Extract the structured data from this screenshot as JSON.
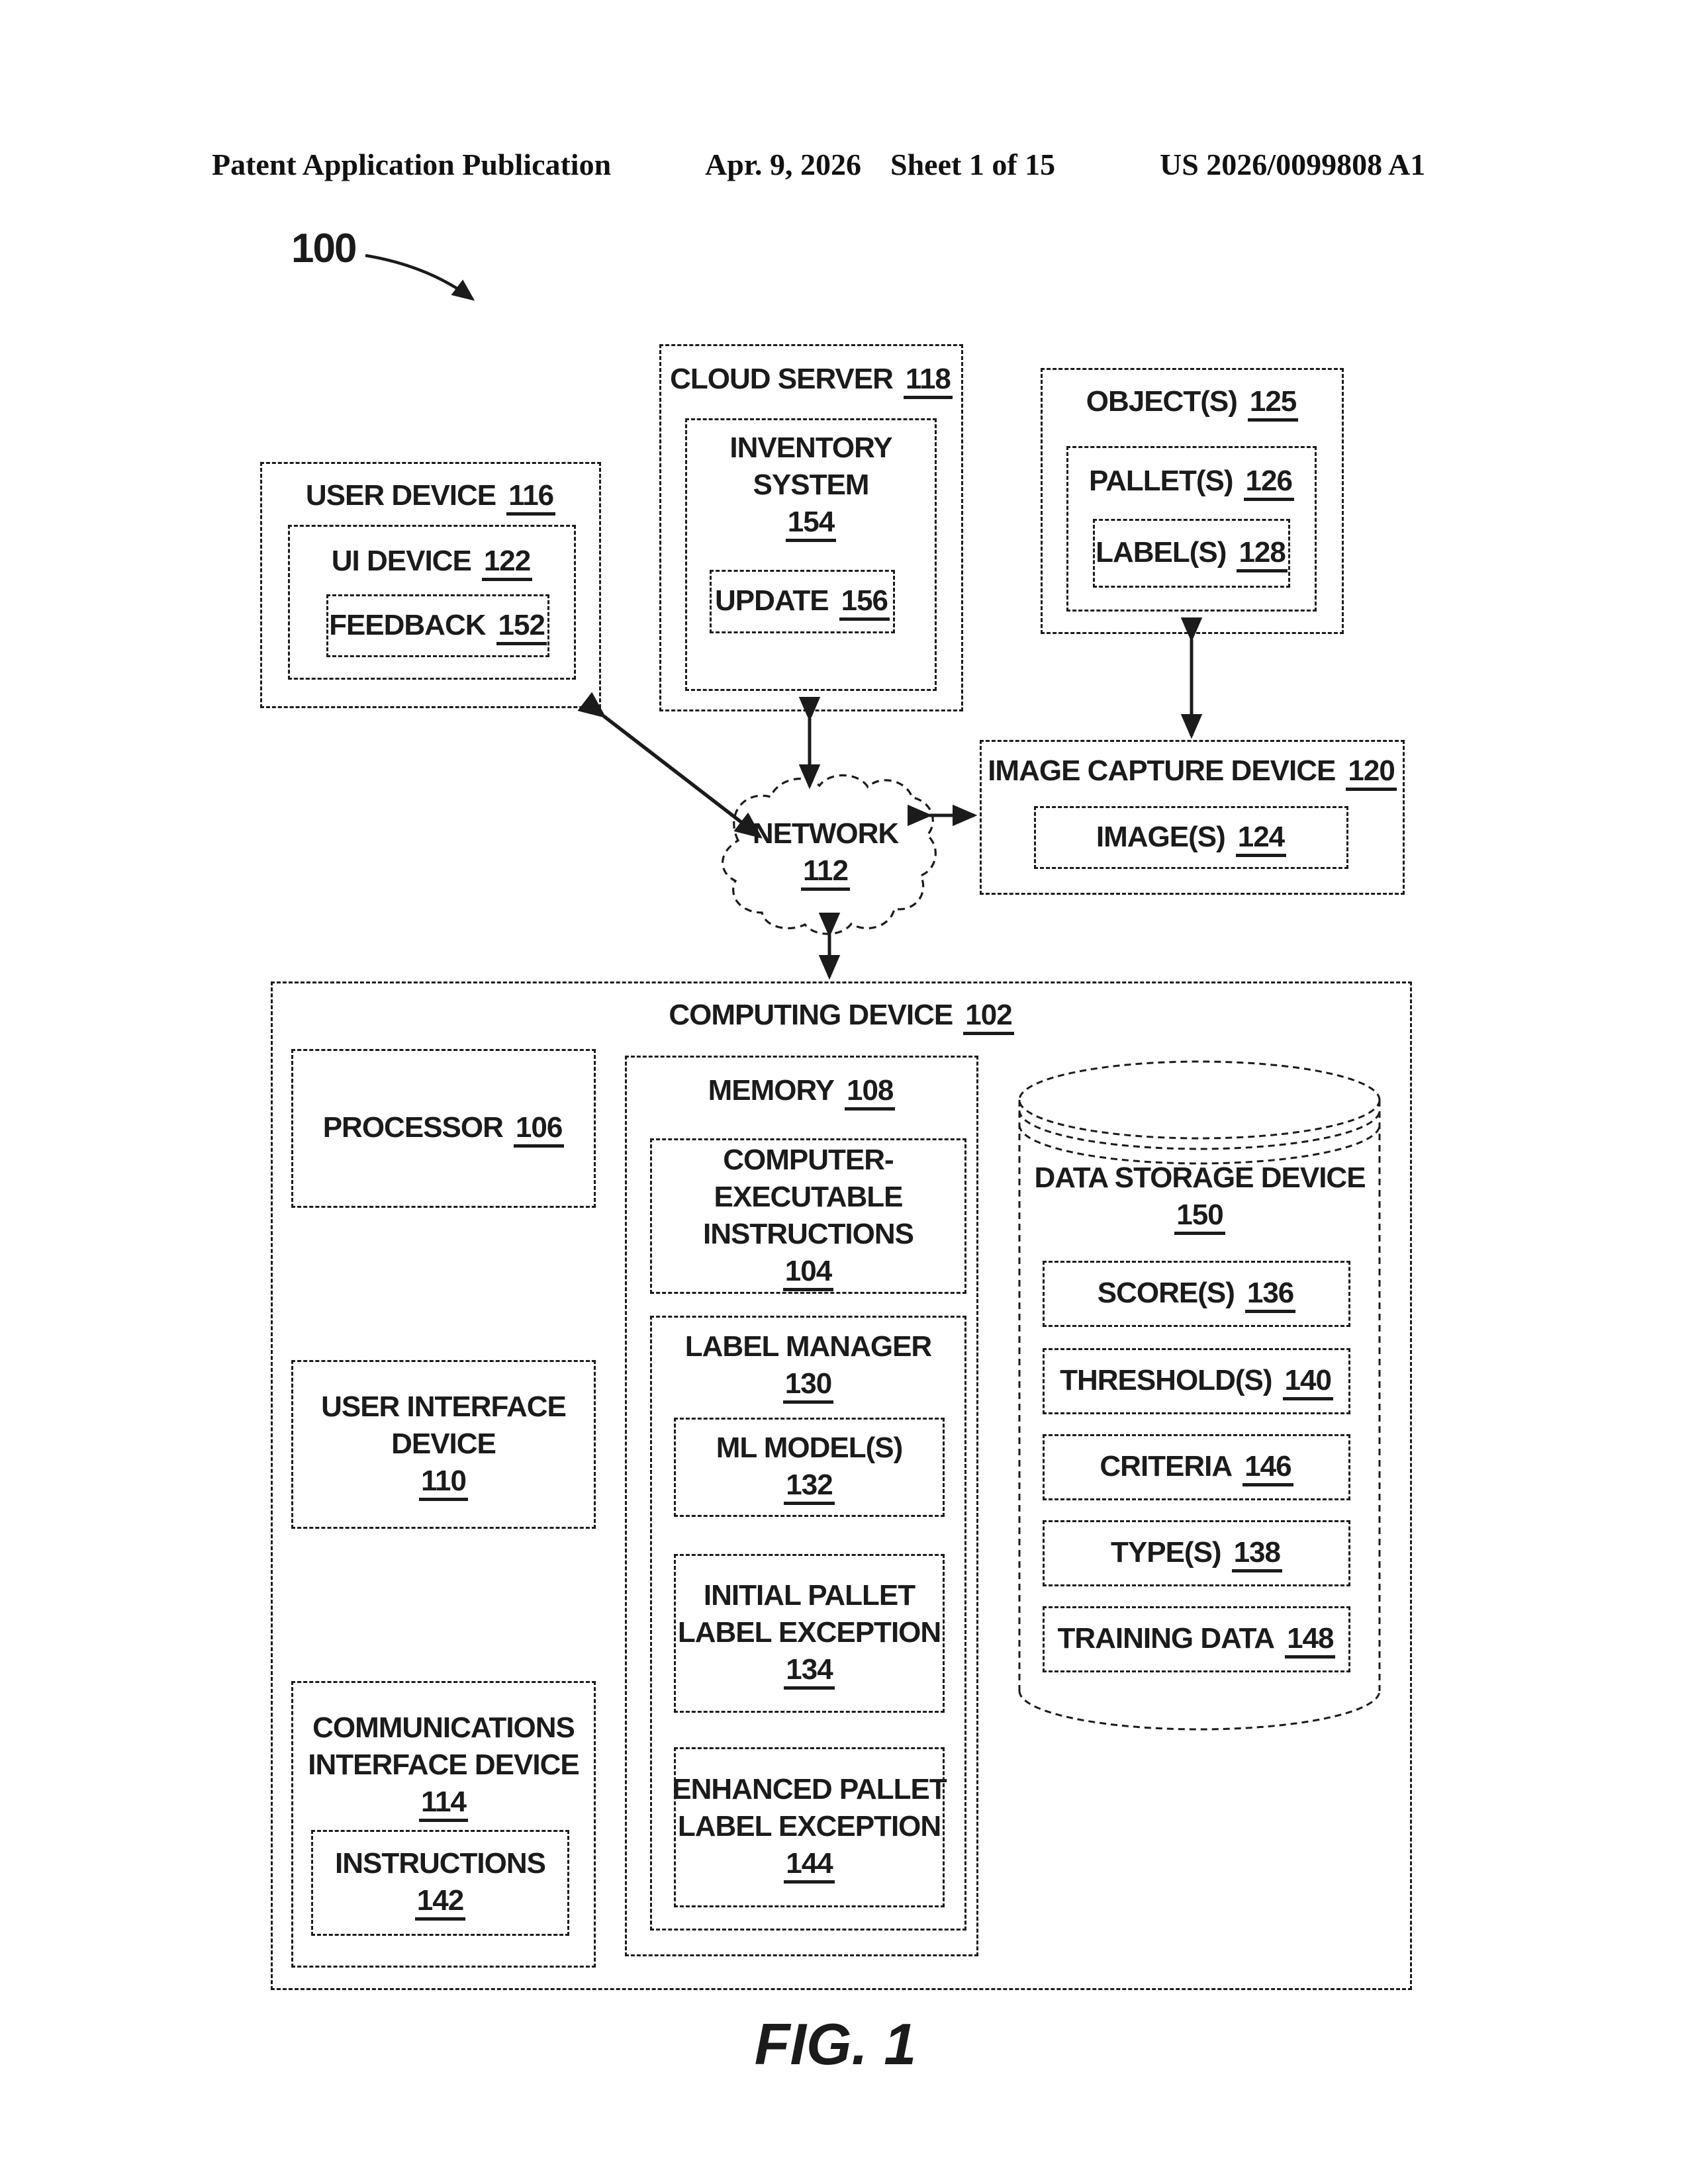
{
  "palette": {
    "ink": "#1b1b1b",
    "paper": "#ffffff"
  },
  "header": {
    "publication": "Patent Application Publication",
    "date": "Apr. 9, 2026",
    "sheet": "Sheet 1 of 15",
    "patent_number": "US 2026/0099808 A1"
  },
  "figure": {
    "ref": "100",
    "caption": "FIG. 1"
  },
  "nodes": {
    "user_device": {
      "label": "USER DEVICE",
      "num": "116"
    },
    "ui_device": {
      "label": "UI DEVICE",
      "num": "122"
    },
    "feedback": {
      "label": "FEEDBACK",
      "num": "152"
    },
    "cloud_server": {
      "label": "CLOUD SERVER",
      "num": "118"
    },
    "inventory_system": {
      "line1": "INVENTORY",
      "line2": "SYSTEM",
      "num": "154"
    },
    "update": {
      "label": "UPDATE",
      "num": "156"
    },
    "objects": {
      "label": "OBJECT(S)",
      "num": "125"
    },
    "pallets": {
      "label": "PALLET(S)",
      "num": "126"
    },
    "labels": {
      "label": "LABEL(S)",
      "num": "128"
    },
    "image_capture_device": {
      "label": "IMAGE CAPTURE DEVICE",
      "num": "120"
    },
    "images": {
      "label": "IMAGE(S)",
      "num": "124"
    },
    "network": {
      "label": "NETWORK",
      "num": "112"
    },
    "computing_device": {
      "label": "COMPUTING DEVICE",
      "num": "102"
    },
    "processor": {
      "label": "PROCESSOR",
      "num": "106"
    },
    "user_interface_device": {
      "line1": "USER INTERFACE",
      "line2": "DEVICE",
      "num": "110"
    },
    "communications_interface_device": {
      "line1": "COMMUNICATIONS",
      "line2": "INTERFACE DEVICE",
      "num": "114"
    },
    "instructions": {
      "label": "INSTRUCTIONS",
      "num": "142"
    },
    "memory": {
      "label": "MEMORY",
      "num": "108"
    },
    "computer_executable_instructions": {
      "line1": "COMPUTER-",
      "line2": "EXECUTABLE",
      "line3": "INSTRUCTIONS",
      "num": "104"
    },
    "label_manager": {
      "label": "LABEL MANAGER",
      "num": "130"
    },
    "ml_models": {
      "label": "ML MODEL(S)",
      "num": "132"
    },
    "initial_pallet_label_exception": {
      "line1": "INITIAL PALLET",
      "line2": "LABEL EXCEPTION",
      "num": "134"
    },
    "enhanced_pallet_label_exception": {
      "line1": "ENHANCED PALLET",
      "line2": "LABEL EXCEPTION",
      "num": "144"
    },
    "data_storage_device": {
      "label": "DATA STORAGE DEVICE",
      "num": "150"
    },
    "scores": {
      "label": "SCORE(S)",
      "num": "136"
    },
    "thresholds": {
      "label": "THRESHOLD(S)",
      "num": "140"
    },
    "criteria": {
      "label": "CRITERIA",
      "num": "146"
    },
    "types": {
      "label": "TYPE(S)",
      "num": "138"
    },
    "training_data": {
      "label": "TRAINING DATA",
      "num": "148"
    }
  }
}
